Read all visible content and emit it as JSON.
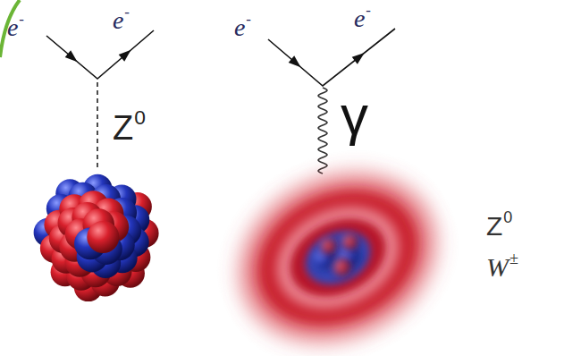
{
  "diagram": {
    "labels": [
      "e-",
      "e-",
      "Z0",
      "e-",
      "e-",
      "γ",
      "Z0",
      "W±"
    ]
  }
}
